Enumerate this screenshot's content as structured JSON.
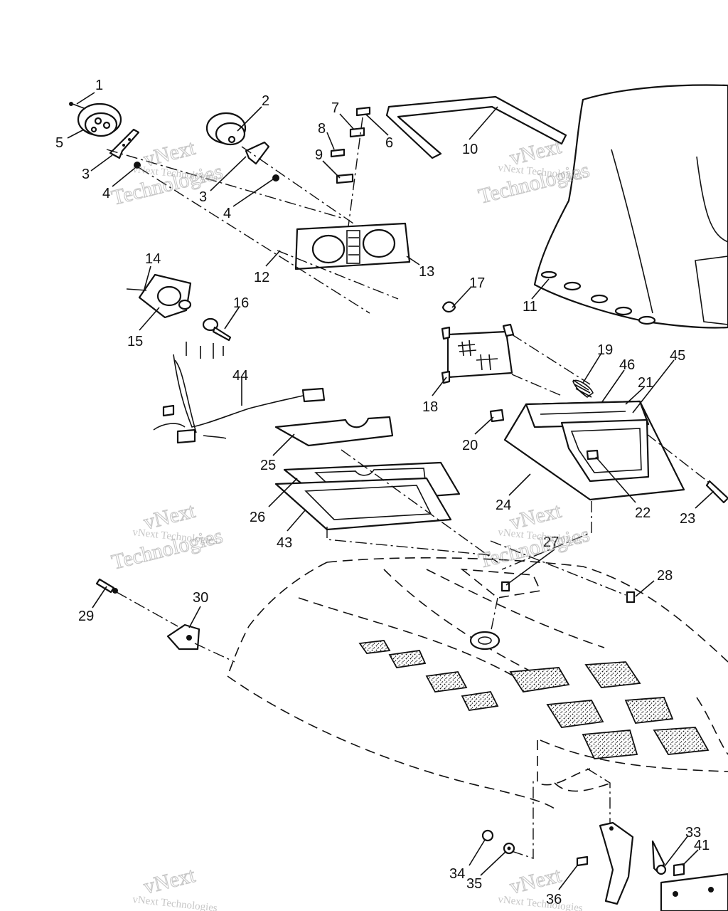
{
  "watermark": {
    "line1": "vNext",
    "line2": "vNext Technologies",
    "line3": "Technologies"
  },
  "callouts": [
    "1",
    "2",
    "3",
    "4",
    "5",
    "6",
    "7",
    "8",
    "9",
    "10",
    "11",
    "12",
    "13",
    "14",
    "15",
    "16",
    "17",
    "18",
    "19",
    "20",
    "21",
    "22",
    "23",
    "24",
    "25",
    "26",
    "27",
    "28",
    "29",
    "30",
    "33",
    "34",
    "35",
    "36",
    "41",
    "43",
    "44",
    "45",
    "46"
  ],
  "colors": {
    "ink": "#111111",
    "paper": "#ffffff",
    "watermark": "#9a9a9a"
  }
}
